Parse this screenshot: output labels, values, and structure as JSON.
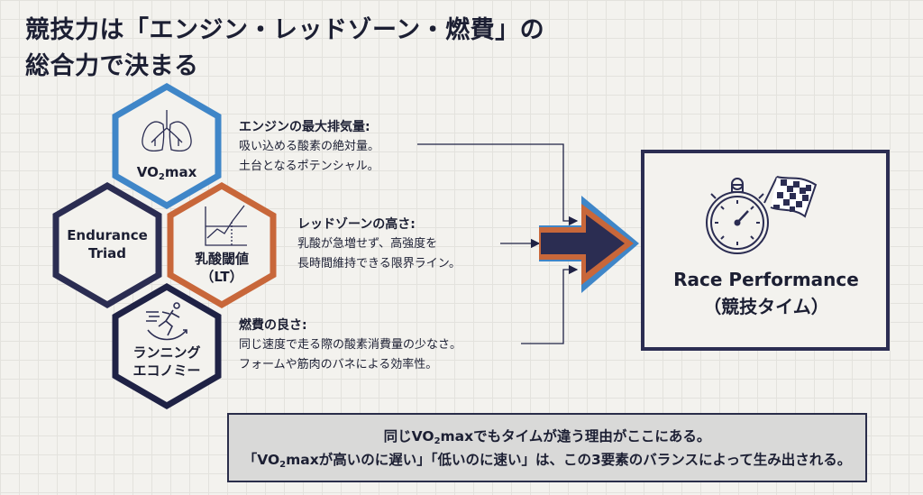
{
  "title": {
    "line1": "競技力は「エンジン・レッドゾーン・燃費」の",
    "line2": "総合力で決まる"
  },
  "hexagons": {
    "vo2max": {
      "label_pre": "VO",
      "label_sub": "2",
      "label_post": "max",
      "icon": "lungs-icon",
      "color": "#3f86c8"
    },
    "triad": {
      "line1": "Endurance",
      "line2": "Triad",
      "color": "#2b2d52"
    },
    "lt": {
      "line1": "乳酸閾値",
      "line2": "（LT）",
      "icon": "lactate-graph-icon",
      "color": "#c8673a"
    },
    "economy": {
      "line1": "ランニング",
      "line2": "エコノミー",
      "icon": "runner-icon",
      "color": "#1f2245"
    }
  },
  "descriptions": {
    "engine": {
      "heading": "エンジンの最大排気量:",
      "line1": "吸い込める酸素の絶対量。",
      "line2": "土台となるポテンシャル。"
    },
    "redzone": {
      "heading": "レッドゾーンの高さ:",
      "line1": "乳酸が急増せず、高強度を",
      "line2": "長時間維持できる限界ライン。"
    },
    "fuel": {
      "heading": "燃費の良さ:",
      "line1": "同じ速度で走る際の酸素消費量の少なさ。",
      "line2": "フォームや筋肉のバネによる効率性。"
    }
  },
  "result": {
    "line1": "Race Performance",
    "line2": "（競技タイム）",
    "icon": "stopwatch-flag-icon"
  },
  "footer": {
    "l1_pre": "同じVO",
    "l1_sub": "2",
    "l1_post": "maxでもタイムが違う理由がここにある。",
    "l2_pre": "「VO",
    "l2_sub": "2",
    "l2_post": "maxが高いのに遅い」「低いのに速い」は、この3要素のバランスによって生み出される。"
  }
}
